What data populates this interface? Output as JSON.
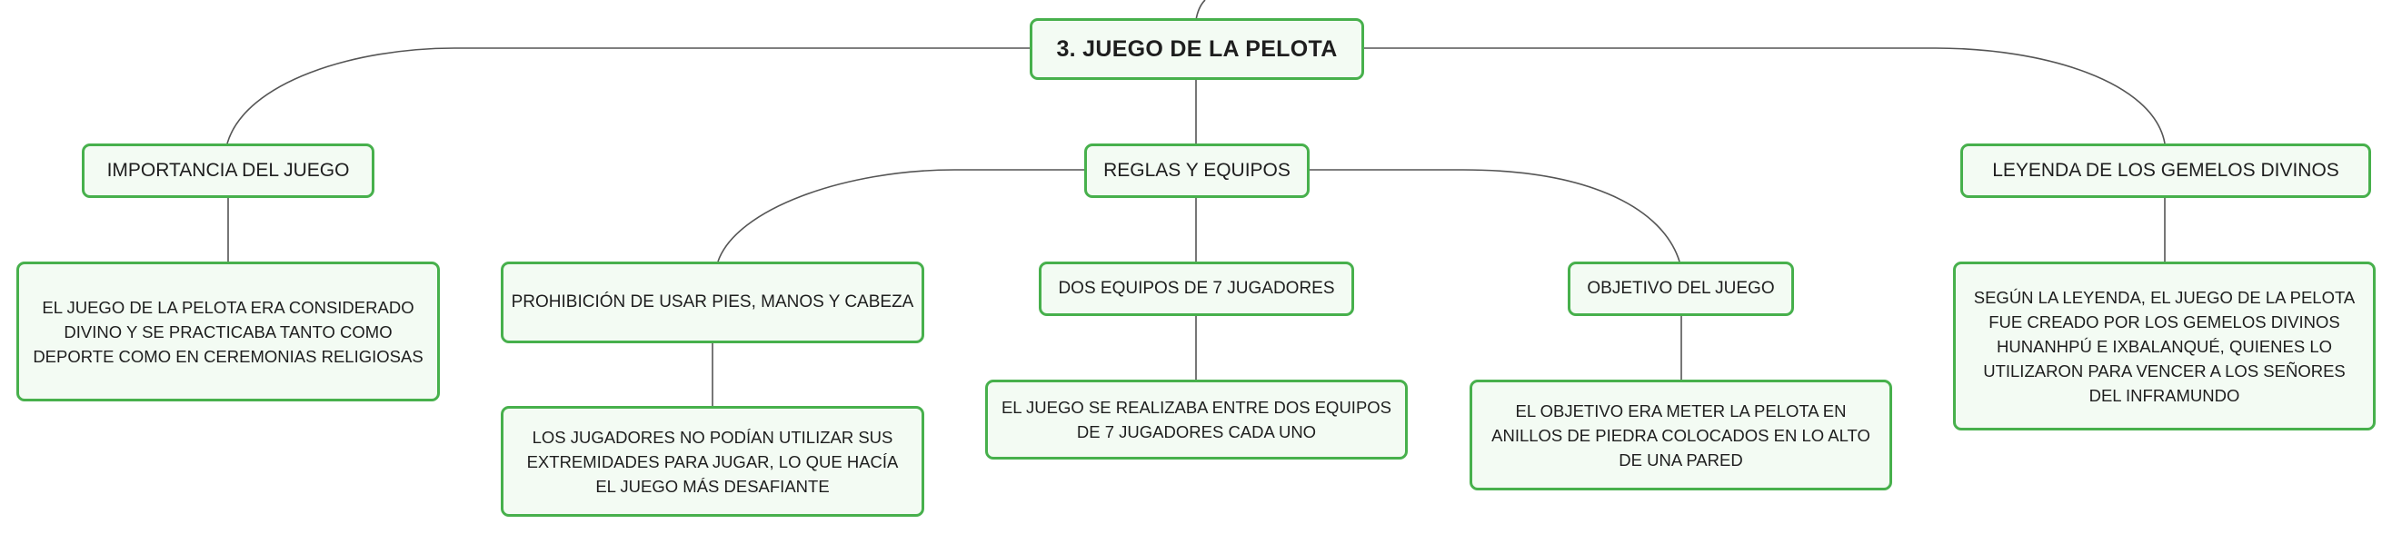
{
  "diagram": {
    "root": {
      "label": "3. JUEGO DE LA PELOTA"
    },
    "branches": [
      {
        "label": "IMPORTANCIA DEL JUEGO",
        "children": [
          {
            "label": "EL JUEGO DE LA PELOTA ERA CONSIDERADO DIVINO Y SE PRACTICABA TANTO COMO DEPORTE COMO EN CEREMONIAS RELIGIOSAS"
          }
        ]
      },
      {
        "label": "REGLAS Y EQUIPOS",
        "children": [
          {
            "label": "PROHIBICIÓN DE USAR PIES, MANOS Y CABEZA",
            "children": [
              {
                "label": "LOS JUGADORES NO PODÍAN UTILIZAR SUS EXTREMIDADES PARA JUGAR, LO QUE HACÍA EL JUEGO MÁS DESAFIANTE"
              }
            ]
          },
          {
            "label": "DOS EQUIPOS DE 7 JUGADORES",
            "children": [
              {
                "label": "EL JUEGO SE REALIZABA ENTRE DOS EQUIPOS DE 7 JUGADORES CADA UNO"
              }
            ]
          },
          {
            "label": "OBJETIVO DEL JUEGO",
            "children": [
              {
                "label": "EL OBJETIVO ERA METER LA PELOTA EN ANILLOS DE PIEDRA COLOCADOS EN LO ALTO DE UNA PARED"
              }
            ]
          }
        ]
      },
      {
        "label": "LEYENDA DE LOS GEMELOS DIVINOS",
        "children": [
          {
            "label": "SEGÚN LA LEYENDA, EL JUEGO DE LA PELOTA FUE CREADO POR LOS GEMELOS DIVINOS HUNANHPÚ E IXBALANQUÉ, QUIENES LO UTILIZARON PARA VENCER A LOS SEÑORES DEL INFRAMUNDO"
          }
        ]
      }
    ]
  },
  "colors": {
    "node_border": "#47b04c",
    "node_fill": "#f3fbf3",
    "text": "#1e1e1e",
    "edge": "#555555"
  }
}
